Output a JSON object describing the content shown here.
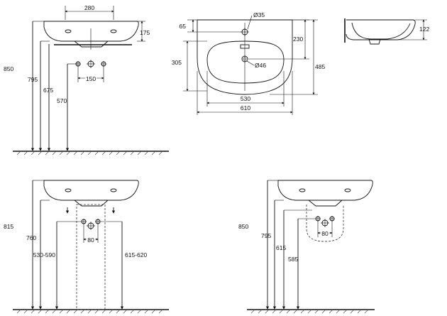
{
  "views": {
    "side": {
      "dims": {
        "width_top": "280",
        "basin_height": "175",
        "overall": "850",
        "rim": "795",
        "trap": "675",
        "supply": "570",
        "spacing": "150"
      }
    },
    "plan": {
      "dims": {
        "hole": "Ø35",
        "top_offset": "65",
        "to_hole": "230",
        "depth": "485",
        "bowl": "305",
        "drain": "Ø46",
        "inner_width": "530",
        "outer_width": "610"
      }
    },
    "section": {
      "dims": {
        "height": "122"
      }
    },
    "pedestal": {
      "dims": {
        "overall": "815",
        "rim": "760",
        "left_range": "530-590",
        "right_range": "615-620",
        "spacing": "80"
      }
    },
    "semi_pedestal": {
      "dims": {
        "overall": "850",
        "rim": "795",
        "trap": "615",
        "supply": "585",
        "spacing": "80"
      }
    }
  }
}
